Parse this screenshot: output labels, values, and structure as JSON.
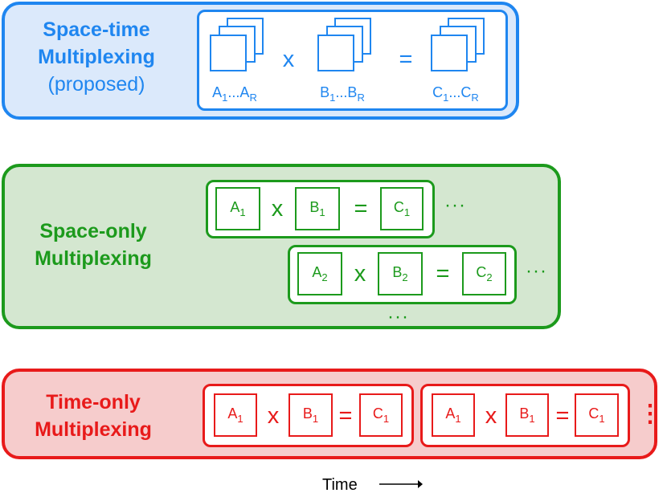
{
  "colors": {
    "blue": "#1f86f0",
    "blue_fill": "#dbe9fb",
    "green": "#1c9a1c",
    "green_fill": "#d4e7d0",
    "red": "#e81a1a",
    "red_fill": "#f6cccc"
  },
  "space_time": {
    "title_line1": "Space-time",
    "title_line2": "Multiplexing",
    "title_line3": "(proposed)",
    "op_mult": "x",
    "op_eq": "=",
    "a_base": "A",
    "a_sub1": "1",
    "a_dots": "...",
    "a_base2": "A",
    "a_subR": "R",
    "b_base": "B",
    "b_sub1": "1",
    "b_dots": "...",
    "b_base2": "B",
    "b_subR": "R",
    "c_base": "C",
    "c_sub1": "1",
    "c_dots": "...",
    "c_base2": "C",
    "c_subR": "R"
  },
  "space_only": {
    "title_line1": "Space-only",
    "title_line2": "Multiplexing",
    "row1": {
      "a": "A",
      "a_sub": "1",
      "b": "B",
      "b_sub": "1",
      "c": "C",
      "c_sub": "1"
    },
    "row2": {
      "a": "A",
      "a_sub": "2",
      "b": "B",
      "b_sub": "2",
      "c": "C",
      "c_sub": "2"
    },
    "op_mult": "x",
    "op_eq": "=",
    "ellipsis": "···"
  },
  "time_only": {
    "title_line1": "Time-only",
    "title_line2": "Multiplexing",
    "step1": {
      "a": "A",
      "a_sub": "1",
      "b": "B",
      "b_sub": "1",
      "c": "C",
      "c_sub": "1"
    },
    "step2": {
      "a": "A",
      "a_sub": "1",
      "b": "B",
      "b_sub": "1",
      "c": "C",
      "c_sub": "1"
    },
    "op_mult": "x",
    "op_eq": "=",
    "vellipsis": "⋮"
  },
  "time_axis": {
    "label": "Time"
  }
}
